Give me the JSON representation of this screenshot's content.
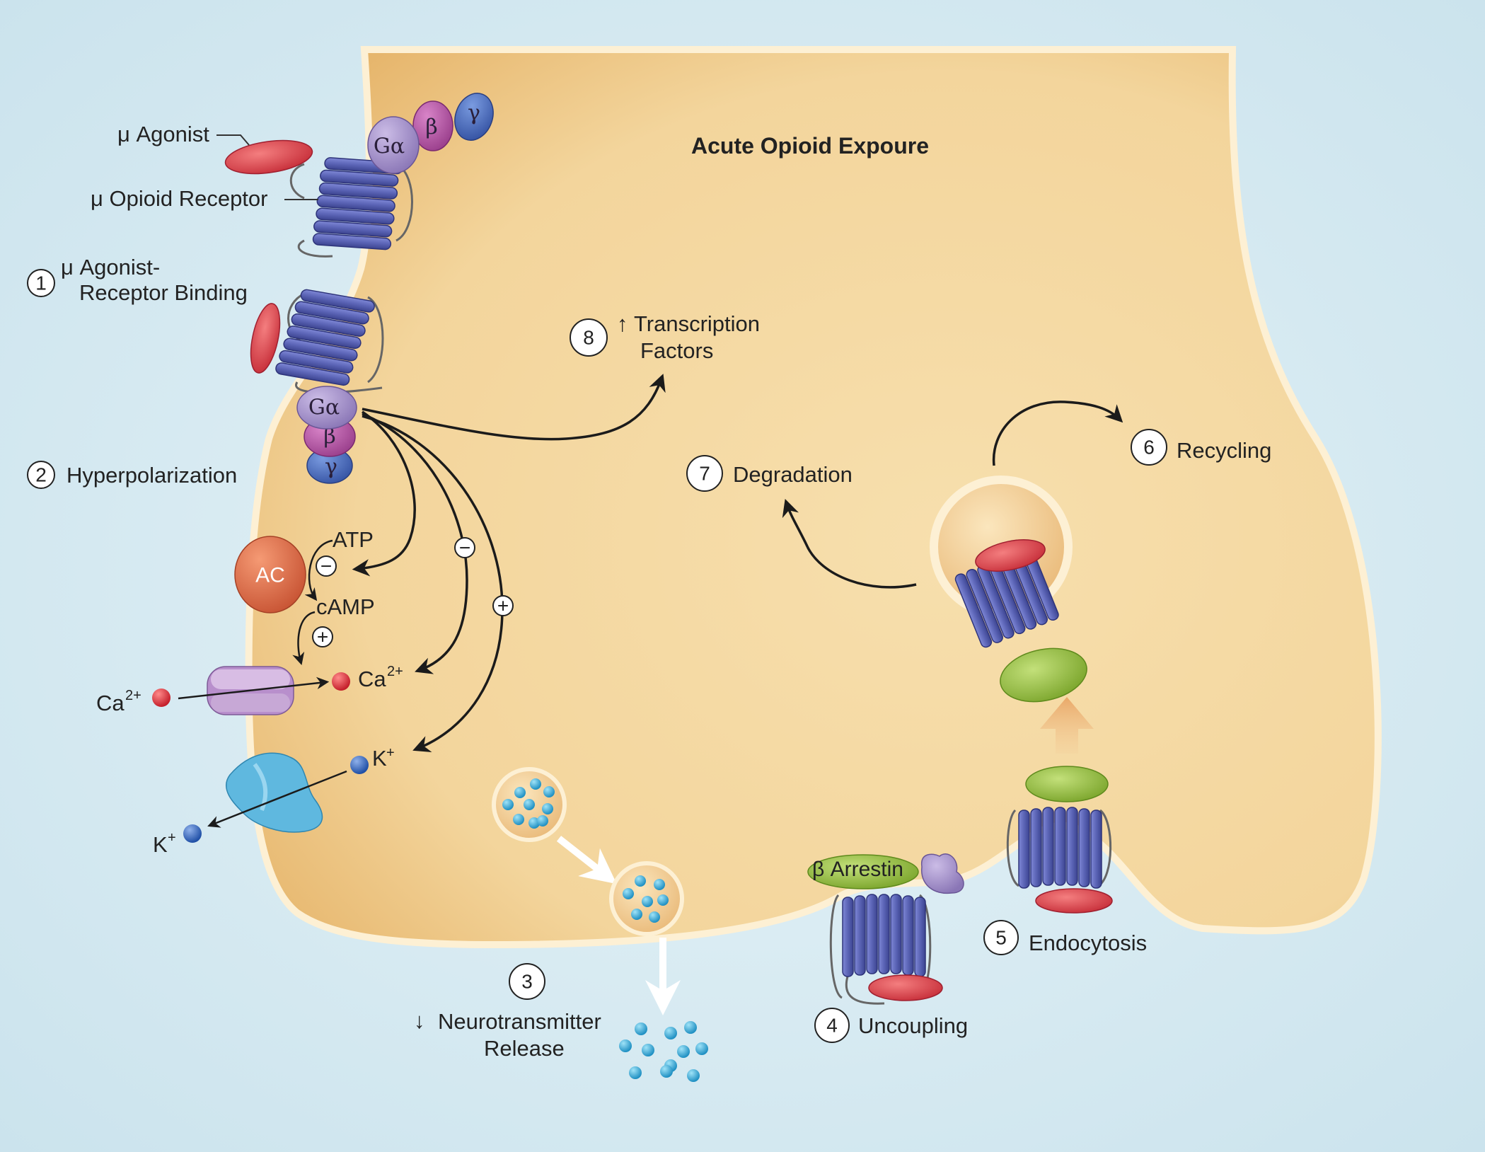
{
  "title": "Acute Opioid Expoure",
  "labels": {
    "mu_agonist": "μ Agonist",
    "mu_receptor": "μ Opioid Receptor",
    "galpha": "Gα",
    "beta": "β",
    "gamma": "γ",
    "ac": "AC",
    "atp": "ATP",
    "camp": "cAMP",
    "ca_in": "Ca",
    "ca_out": "Ca",
    "ca_charge": "2+",
    "k_in": "K",
    "k_out": "K",
    "k_charge": "+",
    "beta_arrestin": "β Arrestin",
    "minus": "−",
    "plus": "+",
    "up_arrow": "↑",
    "down_arrow": "↓"
  },
  "steps": [
    {
      "number": "1",
      "line1": "μ Agonist-",
      "line2": "Receptor Binding"
    },
    {
      "number": "2",
      "line1": "Hyperpolarization",
      "line2": ""
    },
    {
      "number": "3",
      "line1": "Neurotransmitter",
      "line2": "Release"
    },
    {
      "number": "4",
      "line1": "Uncoupling",
      "line2": ""
    },
    {
      "number": "5",
      "line1": "Endocytosis",
      "line2": ""
    },
    {
      "number": "6",
      "line1": "Recycling",
      "line2": ""
    },
    {
      "number": "7",
      "line1": "Degradation",
      "line2": ""
    },
    {
      "number": "8",
      "line1": "Transcription",
      "line2": "Factors"
    }
  ],
  "colors": {
    "background": "#d5e9f0",
    "cytoplasm": "#f3d59c",
    "membrane": "#fbe9c4",
    "receptor": "#5b64b6",
    "agonist": "#e04b50",
    "galpha": "#a996cc",
    "beta": "#b657a8",
    "gamma": "#4f70c2",
    "ac": "#e2714e",
    "arrestin": "#9cc243",
    "ca_channel": "#c7a8d6",
    "k_channel": "#5fb8df",
    "neurotransmitter": "#2ba6d6",
    "arrow": "#1b1b1b"
  }
}
